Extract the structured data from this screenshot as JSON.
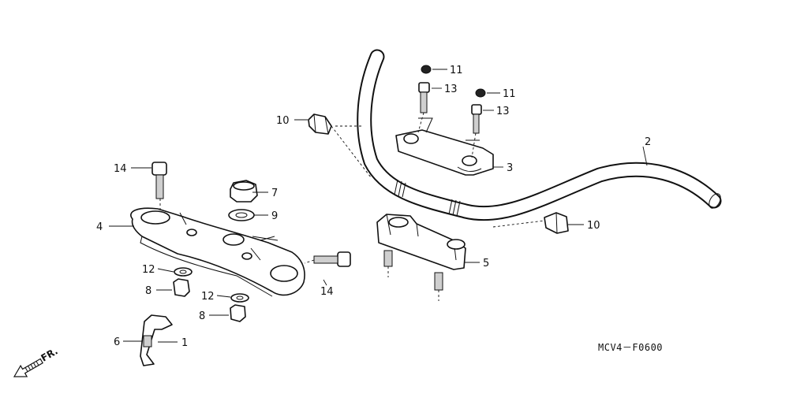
{
  "diagram": {
    "callouts": {
      "p1": "1",
      "p2": "2",
      "p3": "3",
      "p4": "4",
      "p5": "5",
      "p6": "6",
      "p7": "7",
      "p8a": "8",
      "p8b": "8",
      "p9": "9",
      "p10a": "10",
      "p10b": "10",
      "p11a": "11",
      "p11b": "11",
      "p12a": "12",
      "p12b": "12",
      "p13a": "13",
      "p13b": "13",
      "p14a": "14",
      "p14b": "14"
    },
    "figure_code": "MCV4－F0600",
    "direction_label": "FR."
  }
}
